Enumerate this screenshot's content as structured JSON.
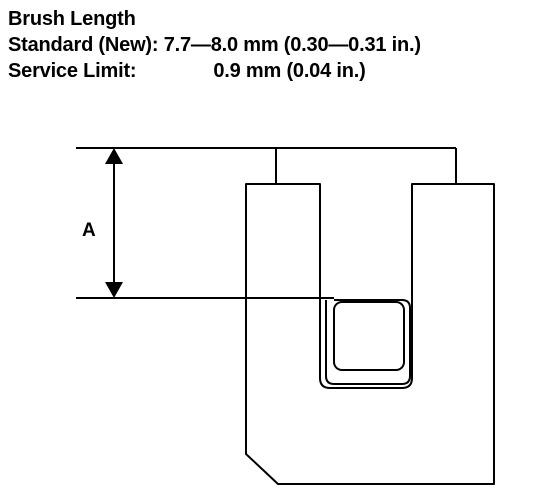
{
  "specs": {
    "title": "Brush Length",
    "standard_label": "Standard (New):",
    "standard_value": "7.7—8.0 mm (0.30—0.31 in.)",
    "limit_label": "Service Limit:",
    "limit_value": "0.9 mm (0.04 in.)"
  },
  "diagram": {
    "dimension_label": "A"
  },
  "colors": {
    "ink": "#000000",
    "background": "#ffffff"
  }
}
